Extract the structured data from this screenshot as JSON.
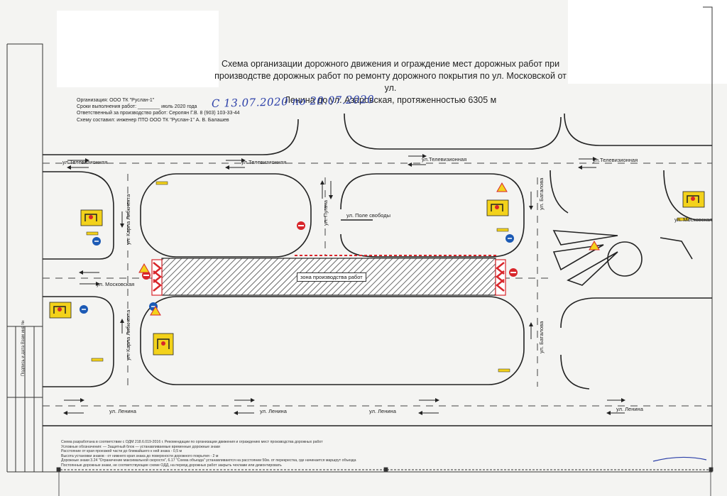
{
  "document": {
    "title_lines": [
      "Схема организации дорожного движения и ограждение мест дорожных работ при",
      "производстве дорожных работ по ремонту дорожного покрытия по ул. Московской от ул.",
      "Ленина до ул. Азаровская, протяженностью 6305 м"
    ],
    "info_lines": [
      "Организация: ООО ТК \"Руслан-1\"",
      "Сроки выполнения работ: ________ июль 2020 года",
      "Ответственный за производство работ: Серопян Г.В. 8 (903) 103-33-44",
      "Схему составил: инженер ПТО ООО ТК \"Руслан-1\" А. В. Балашев"
    ],
    "handwritten": "С 13.07.2020 по 20.07.2020",
    "zone_label": "зона производства работ",
    "side_labels": "Подпись и дата     Взам инв №",
    "notes": [
      "Схема разработана в соответствии с ОДМ 218.6.019-2016 г. Рекомендации по организации движения и ограждению мест производства дорожных работ",
      "Условные обозначения:  —  Защитный блок    — устанавливаемые временные дорожные знаки",
      "Расстояние от края проезжей части до ближайшего к ней знака - 0,5 м",
      "Высота установки знаков - от нижнего края знака до поверхности дорожного покрытия - 2 м",
      "Дорожные знаки 3.24 \"Ограничение максимальной скорости\", 6.17 \"Схема объезда\" устанавливаются на расстоянии 50м. от перекрестка, где начинается маршрут объезда",
      "Постоянные дорожные знаки, не соответствующие схеме ОДД, на период дорожных работ закрыть чехлами или демонтировать"
    ]
  },
  "streets": {
    "televizionnaya_1": "ул.Телевизионная",
    "televizionnaya_2": "ул.Телевизионная",
    "televizionnaya_3": "ул.Телевизионная",
    "televizionnaya_4": "ул.Телевизионная",
    "moskovskaya_left": "ул. Московская",
    "moskovskaya_right": "ул. Московская",
    "lenina_1": "ул. Ленина",
    "lenina_2": "ул. Ленина",
    "lenina_3": "ул. Ленина",
    "lenina_4": "ул. Ленина",
    "karla_top": "ул. Карла Либкнехта",
    "karla_bottom": "ул. Карла Либкнехта",
    "pugacheva": "ул. Пугача",
    "pole_svobody": "ул. Поле свободы",
    "batalova_top": "ул. Баталова",
    "batalova_bottom": "ул. Баталова"
  },
  "colors": {
    "sign_yellow": "#f3d21b",
    "sign_red": "#d8262b",
    "sign_blue": "#1c5ab5",
    "handwriting": "#2b3fa8",
    "line": "#222222"
  }
}
